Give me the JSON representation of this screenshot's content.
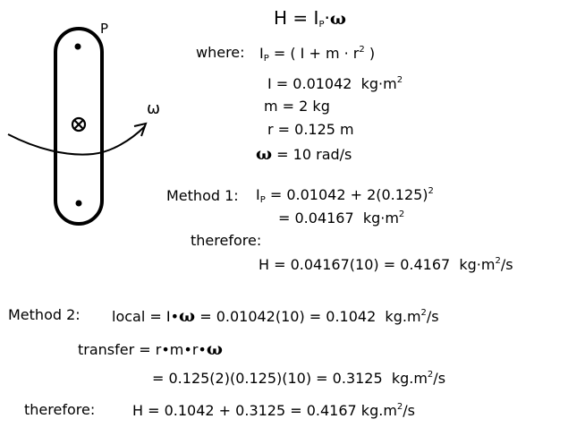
{
  "diagram": {
    "point_label": "P",
    "omega_label": "ω"
  },
  "header": {
    "H": "H",
    "eq": " = ",
    "I": "I",
    "p_sub": "P",
    "dot": "·",
    "omega": "ω"
  },
  "where": {
    "label": "where:",
    "Ip_I": "I",
    "Ip_sub": "P",
    "Ip_rhs": " = ( I + m · r",
    "Ip_exp": "2",
    "Ip_close": " )",
    "I_line": "I = 0.01042  kg·m",
    "I_exp": "2",
    "m_line": "m = 2 kg",
    "r_line": "r = 0.125 m",
    "omega_sym": "ω",
    "omega_rest": " = 10 rad/s"
  },
  "method1": {
    "label": "Method 1:",
    "Ip_I": "I",
    "Ip_sub": "P",
    "line1": " = 0.01042 + 2(0.125)",
    "line1_exp": "2",
    "line2": "= 0.04167  kg·m",
    "line2_exp": "2",
    "therefore": "therefore:",
    "H_line": "H = 0.04167(10) = 0.4167  kg·m",
    "H_exp": "2",
    "H_tail": "/s"
  },
  "method2": {
    "label": "Method 2:",
    "local_a": "local = I",
    "bullet": "•",
    "omega": "ω",
    "local_b": " = 0.01042(10) = 0.1042  kg.m",
    "local_exp": "2",
    "local_tail": "/s",
    "transfer_a": "transfer = r",
    "transfer_m": "m",
    "transfer_r": "r",
    "transfer_line2": "= 0.125(2)(0.125)(10) = 0.3125  kg.m",
    "transfer_exp": "2",
    "transfer_tail": "/s",
    "therefore": "therefore:",
    "H_line": "H = 0.1042 + 0.3125 = 0.4167 kg.m",
    "H_exp": "2",
    "H_tail": "/s"
  }
}
